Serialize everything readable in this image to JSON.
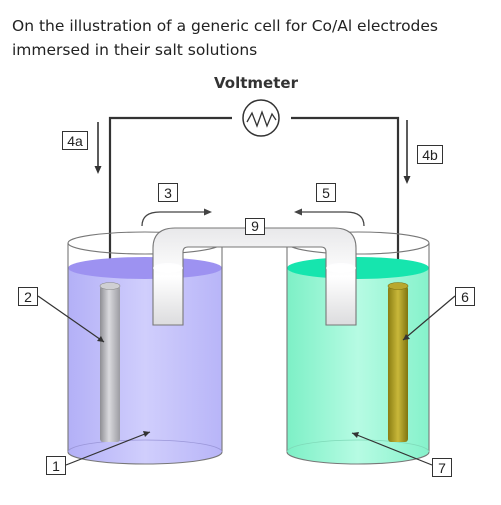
{
  "question": "On the illustration of a generic cell for Co/Al electrodes immersed in their salt solutions",
  "voltmeter_label": "Voltmeter",
  "labels": {
    "l1": "1",
    "l2": "2",
    "l3": "3",
    "l4a": "4a",
    "l4b": "4b",
    "l5": "5",
    "l6": "6",
    "l7": "7",
    "l9": "9"
  },
  "colors": {
    "left_solution": "#c4c2fa",
    "left_surface": "#9a8df0",
    "right_solution": "#8ff5cf",
    "right_surface": "#17e6b0",
    "wire": "#333333",
    "left_electrode": "#b4b4b8",
    "right_electrode": "#a89a20",
    "voltmeter_icon": "#333333"
  },
  "icons": [
    "voltmeter-icon",
    "arrow-icon"
  ]
}
